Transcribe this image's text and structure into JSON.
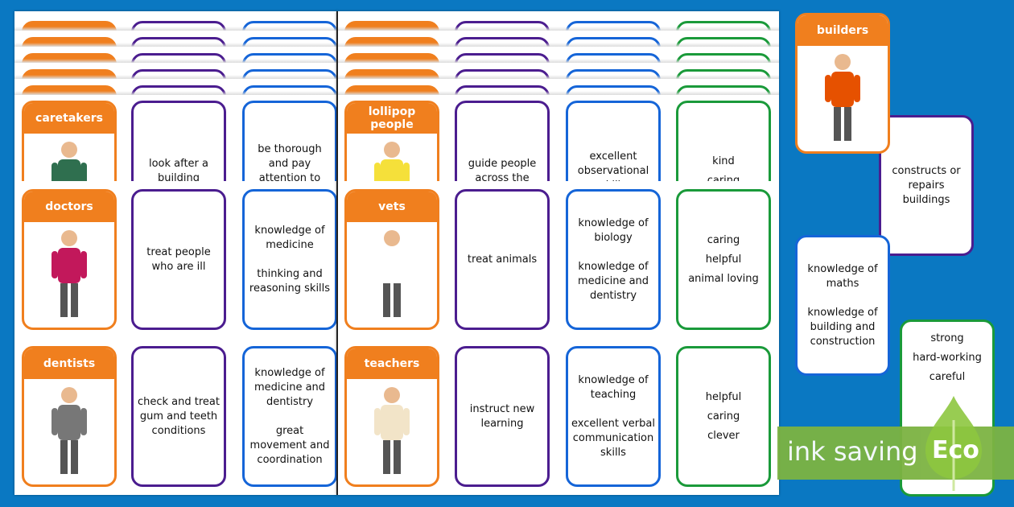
{
  "colors": {
    "background": "#0a78c2",
    "orange": "#f07f1e",
    "purple": "#4b1d8f",
    "blue": "#1565d8",
    "green": "#1a9a3a",
    "banner": "#7cb342"
  },
  "left_sheet": {
    "rows": [
      {
        "job": "caretakers",
        "does": [
          "look after a building"
        ],
        "skills": [
          "be thorough and pay attention to detail"
        ]
      },
      {
        "job": "doctors",
        "does": [
          "treat people who are ill"
        ],
        "skills": [
          "knowledge of medicine",
          "thinking and reasoning skills"
        ]
      },
      {
        "job": "dentists",
        "does": [
          "check and treat gum and teeth conditions"
        ],
        "skills": [
          "knowledge of medicine and dentistry",
          "great movement and coordination"
        ]
      }
    ]
  },
  "right_sheet": {
    "rows": [
      {
        "job": "lollipop people",
        "does": [
          "guide people across the"
        ],
        "skills": [
          "excellent observational skills"
        ],
        "qualities": [
          "kind",
          "caring"
        ]
      },
      {
        "job": "vets",
        "does": [
          "treat animals"
        ],
        "skills": [
          "knowledge of biology",
          "knowledge of medicine and dentistry"
        ],
        "qualities": [
          "caring",
          "helpful",
          "animal loving"
        ]
      },
      {
        "job": "teachers",
        "does": [
          "instruct new learning"
        ],
        "skills": [
          "knowledge of teaching",
          "excellent verbal communication skills"
        ],
        "qualities": [
          "helpful",
          "caring",
          "clever"
        ]
      }
    ]
  },
  "loose_cards": {
    "job": "builders",
    "does": [
      "constructs or repairs buildings"
    ],
    "skills": [
      "knowledge of maths",
      "knowledge of building and construction"
    ],
    "qualities": [
      "strong",
      "hard-working",
      "careful"
    ]
  },
  "banner": {
    "text": "ink saving",
    "badge": "Eco"
  }
}
